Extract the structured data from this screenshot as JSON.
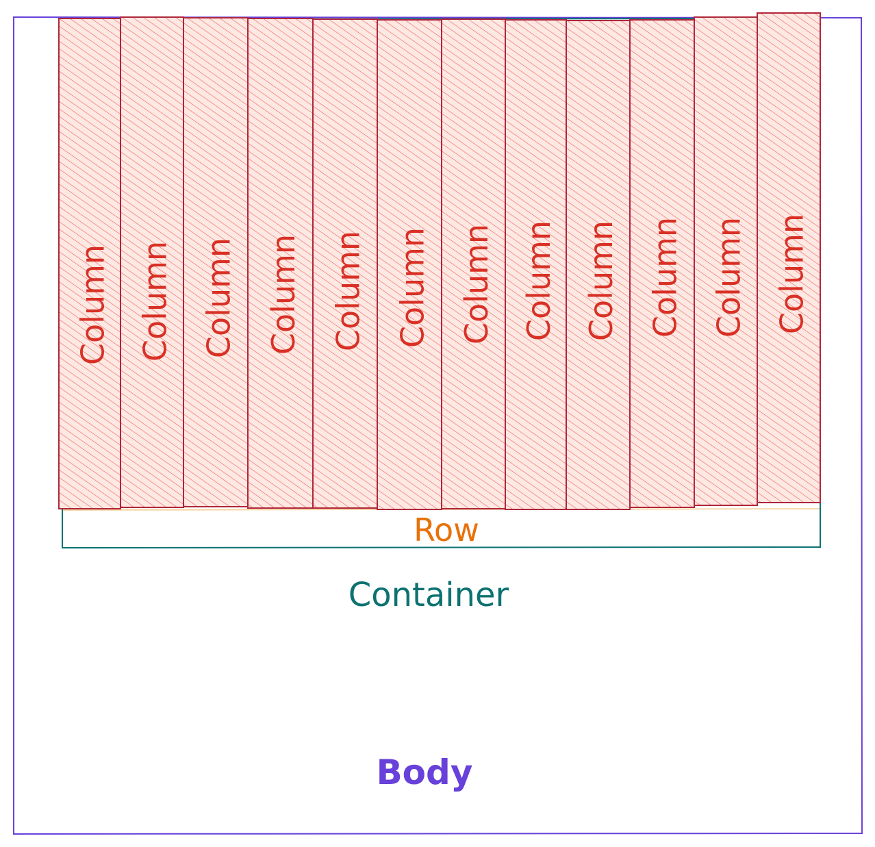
{
  "body": {
    "label": "Body",
    "color": "#6741d9"
  },
  "container": {
    "label": "Container",
    "color": "#0c7271"
  },
  "row": {
    "label": "Row",
    "color": "#e8710a"
  },
  "columns": {
    "color": "#d93025",
    "border_color": "#b0263a",
    "hatch_color": "#ef6a5c",
    "fill_color": "#fde8e3",
    "items": [
      {
        "label": "Column"
      },
      {
        "label": "Column"
      },
      {
        "label": "Column"
      },
      {
        "label": "Column"
      },
      {
        "label": "Column"
      },
      {
        "label": "Column"
      },
      {
        "label": "Column"
      },
      {
        "label": "Column"
      },
      {
        "label": "Column"
      },
      {
        "label": "Column"
      },
      {
        "label": "Column"
      },
      {
        "label": "Column"
      }
    ]
  }
}
